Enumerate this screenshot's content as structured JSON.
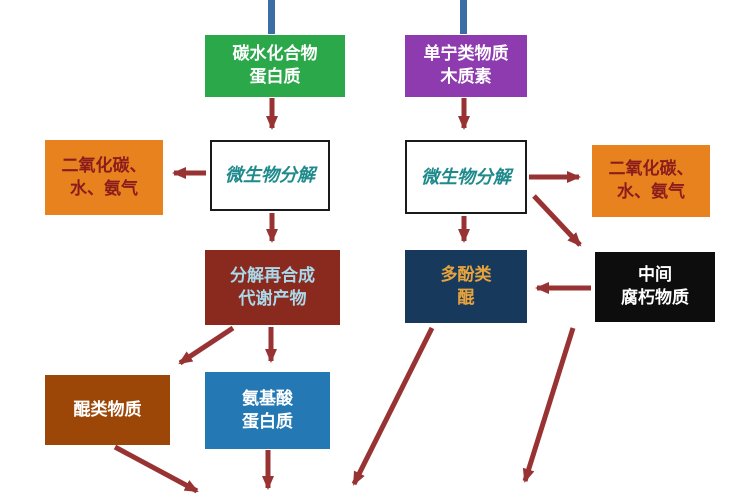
{
  "diagram": {
    "type": "flowchart",
    "language": "zh",
    "topic": "有机物分解转化流程图"
  },
  "colors": {
    "arrow": "#993333",
    "top_connector": "#3a6ea5",
    "green_node": "#2aa84a",
    "purple_node": "#8e3bb0",
    "orange_node": "#e8821e",
    "orange_node_text": "#8b1c1c",
    "white_node_text": "#1f8a8c",
    "maroon_node": "#8a2a1e",
    "maroon_node_text": "#a9d9ea",
    "navy_node": "#16395c",
    "navy_node_text": "#e8a33d",
    "black_node": "#0d0d0d",
    "brown_node": "#9c4708",
    "blue_node": "#2478b4"
  },
  "nodes": {
    "carbs": {
      "label": "碳水化合物\n蛋白质"
    },
    "tannin": {
      "label": "单宁类物质\n木质素"
    },
    "co2_left": {
      "label": "二氧化碳、\n水、氨气"
    },
    "co2_right": {
      "label": "二氧化碳、\n水、氨气"
    },
    "decompose_left": {
      "label": "微生物分解"
    },
    "decompose_right": {
      "label": "微生物分解"
    },
    "resynthesis": {
      "label": "分解再合成\n代谢产物"
    },
    "polyphenol": {
      "label": "多酚类\n醌"
    },
    "intermediate": {
      "label": "中间\n腐朽物质"
    },
    "quinone": {
      "label": "醌类物质"
    },
    "amino": {
      "label": "氨基酸\n蛋白质"
    }
  }
}
